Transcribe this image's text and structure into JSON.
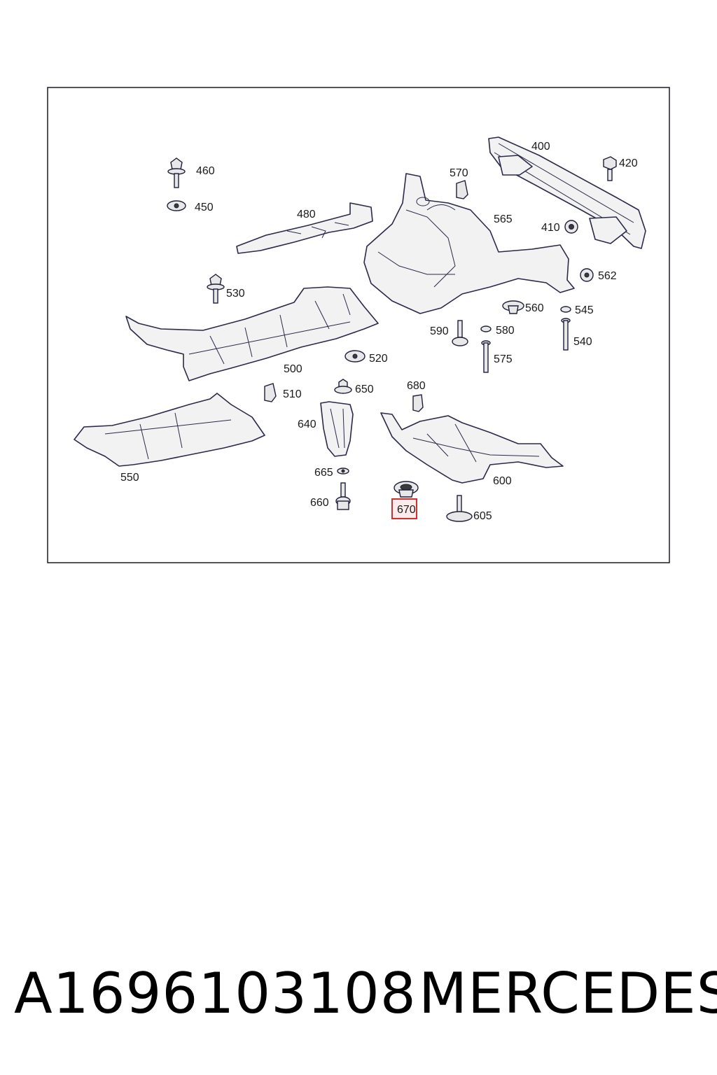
{
  "footer": {
    "part_number": "A1696103108",
    "brand": "MERCEDES"
  },
  "highlighted_callout": "670",
  "callouts": {
    "c400": "400",
    "c410": "410",
    "c420": "420",
    "c450": "450",
    "c460": "460",
    "c480": "480",
    "c500": "500",
    "c510": "510",
    "c520": "520",
    "c530": "530",
    "c540": "540",
    "c545": "545",
    "c550": "550",
    "c560": "560",
    "c562": "562",
    "c565": "565",
    "c570": "570",
    "c575": "575",
    "c580": "580",
    "c590": "590",
    "c600": "600",
    "c605": "605",
    "c640": "640",
    "c650": "650",
    "c660": "660",
    "c665": "665",
    "c670": "670",
    "c680": "680"
  },
  "colors": {
    "frame": "#1a1a2e",
    "highlight": "#d23030"
  }
}
